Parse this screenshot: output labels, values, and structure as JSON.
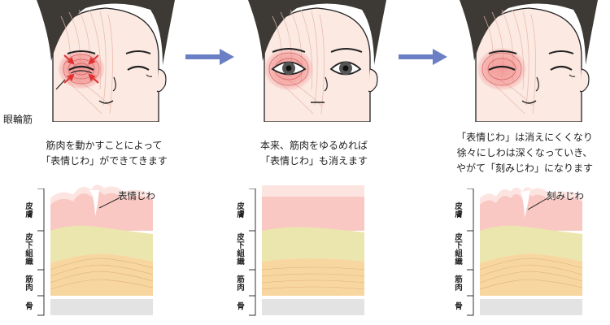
{
  "labels": {
    "muscle": "眼輪筋",
    "expression_wrinkle": "表情じわ",
    "deep_wrinkle": "刻みじわ"
  },
  "captions": {
    "panel1": [
      "筋肉を動かすことによって",
      "「表情じわ」ができてきます"
    ],
    "panel2": [
      "本来、筋肉をゆるめれば",
      "「表情じわ」も消えます"
    ],
    "panel3": [
      "「表情じわ」は消えにくくなり",
      "徐々にしわは深くなっていき、",
      "やがて「刻みじわ」になります"
    ]
  },
  "layers": {
    "skin": [
      "皮",
      "膚"
    ],
    "subcutaneous": [
      "皮",
      "下",
      "組",
      "織"
    ],
    "muscle": [
      "筋",
      "肉"
    ],
    "bone": [
      "骨"
    ]
  },
  "colors": {
    "skin_face": "#fbe9e2",
    "hair": "#3d3a35",
    "muscle_red": "#f07a7a",
    "arrow_blue": "#6b7fc4",
    "layer_skin": "#f9c8c3",
    "layer_skin_top": "#fce4e1",
    "layer_fat": "#ebe6ad",
    "layer_muscle": "#f7d6a0",
    "layer_bone": "#e3e3e3"
  }
}
